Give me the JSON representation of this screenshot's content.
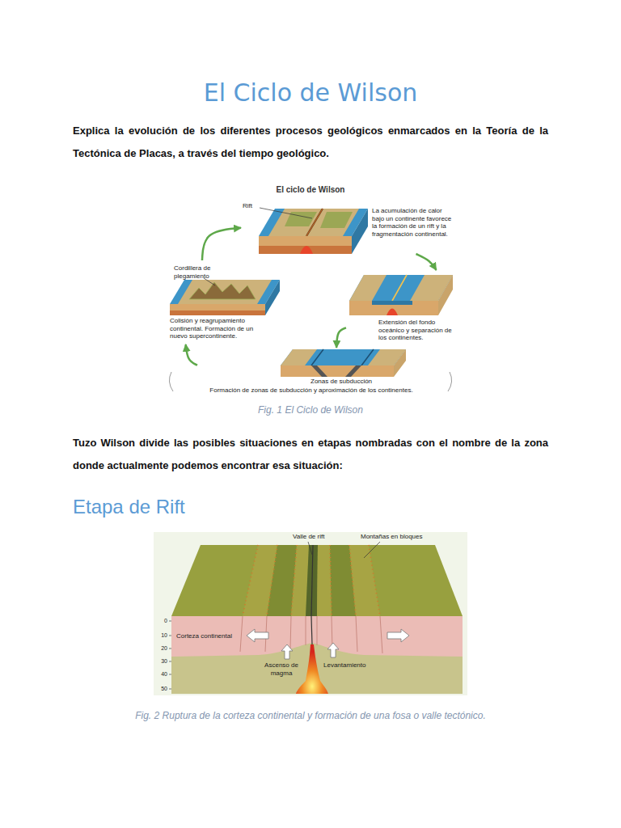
{
  "diagram": {
    "title": "El Ciclo de Wilson",
    "nodes": [
      {
        "text": [
          "Rift",
          "La acumulación de calor bajo un continente favorece la formación de un rift y la fragmentación continental."
        ]
      },
      {
        "text": [
          "Cordillera de plegamiento",
          "Colisión y reagrupamiento continental. Formación de un nuevo supercontinente."
        ]
      },
      {
        "text": [
          "Extensión del fondo oceánico y separación de los continentes."
        ]
      },
      {
        "text": [
          "Zonas de subducción",
          "Formación de zonas de subducción y aproximación de los continentes."
        ]
      }
    ],
    "edges": [
      {
        "from": 0,
        "to": 2,
        "arrow": "to"
      },
      {
        "from": 2,
        "to": 3,
        "arrow": "to"
      },
      {
        "from": 3,
        "to": 1,
        "arrow": "to"
      },
      {
        "from": 1,
        "to": 0,
        "arrow": "to"
      }
    ],
    "labels": [
      "Explica la evolución de los diferentes procesos geológicos enmarcados en la Teoría de la Tectónica de Placas, a través del tiempo geológico.",
      "El ciclo de Wilson",
      "Fig. 1 El Ciclo de Wilson",
      "Tuzo Wilson divide las posibles situaciones en etapas nombradas con el nombre de la zona donde actualmente podemos encontrar esa situación:",
      "Etapa de Rift",
      "Valle de rift",
      "Montañas en bloques",
      "0",
      "10",
      "20",
      "30",
      "40",
      "50",
      "Corteza continental",
      "Ascenso de magma",
      "Levantamiento",
      "Fig. 2 Ruptura de la corteza continental y formación de una fosa o valle tectónico."
    ]
  }
}
